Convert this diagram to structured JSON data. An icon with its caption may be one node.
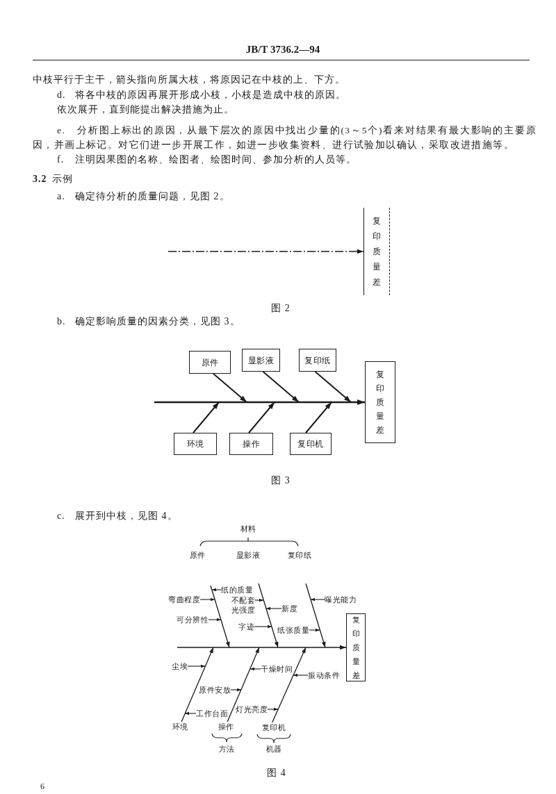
{
  "diagram": {
    "nodes": [
      {
        "text": [
          "复印质量差"
        ]
      },
      {
        "text": [
          "原件"
        ]
      },
      {
        "text": [
          "显影液"
        ]
      },
      {
        "text": [
          "复印纸"
        ]
      },
      {
        "text": [
          "复印质量差"
        ]
      },
      {
        "text": [
          "环境"
        ]
      },
      {
        "text": [
          "操作"
        ]
      },
      {
        "text": [
          "复印机"
        ]
      },
      {
        "text": [
          "纸的质量"
        ]
      },
      {
        "text": [
          "弯曲程度"
        ]
      },
      {
        "text": [
          "不配套"
        ]
      },
      {
        "text": [
          "曝光能力"
        ]
      },
      {
        "text": [
          "新度"
        ]
      },
      {
        "text": [
          "可分辨性"
        ]
      },
      {
        "text": [
          "字迹"
        ]
      },
      {
        "text": [
          "纸张质量"
        ]
      },
      {
        "text": [
          "复印质量差"
        ]
      },
      {
        "text": [
          "尘埃"
        ]
      },
      {
        "text": [
          "干燥时间"
        ]
      },
      {
        "text": [
          "振动条件"
        ]
      },
      {
        "text": [
          "原件安放"
        ]
      },
      {
        "text": [
          "灯光亮度"
        ]
      },
      {
        "text": [
          "工作台面"
        ]
      },
      {
        "text": [
          "环境"
        ]
      },
      {
        "text": [
          "操作"
        ]
      },
      {
        "text": [
          "复印机"
        ]
      }
    ],
    "edges": [
      {
        "from": null,
        "to": 0,
        "arrow": "to",
        "style": "dashed"
      },
      {
        "from": null,
        "to": 4,
        "arrow": "to"
      },
      {
        "from": 1,
        "to": 4,
        "arrow": "to"
      },
      {
        "from": 2,
        "to": 4,
        "arrow": "to"
      },
      {
        "from": 3,
        "to": 4,
        "arrow": "to"
      },
      {
        "from": 5,
        "to": 4,
        "arrow": "to"
      },
      {
        "from": 6,
        "to": 4,
        "arrow": "to"
      },
      {
        "from": 7,
        "to": 4,
        "arrow": "to"
      },
      {
        "from": 23,
        "to": 16,
        "arrow": "to"
      },
      {
        "from": 24,
        "to": 16,
        "arrow": "to"
      },
      {
        "from": 25,
        "to": 16,
        "arrow": "to"
      },
      {
        "from": 8,
        "to": 16,
        "arrow": "to"
      },
      {
        "from": 9,
        "to": 16,
        "arrow": "to"
      },
      {
        "from": 10,
        "to": 16,
        "arrow": "to"
      },
      {
        "from": 11,
        "to": 16,
        "arrow": "to"
      },
      {
        "from": 12,
        "to": 16,
        "arrow": "to"
      },
      {
        "from": 13,
        "to": 16,
        "arrow": "to"
      },
      {
        "from": 14,
        "to": 16,
        "arrow": "to"
      },
      {
        "from": 15,
        "to": 16,
        "arrow": "to"
      },
      {
        "from": 17,
        "to": 16,
        "arrow": "to"
      },
      {
        "from": 18,
        "to": 16,
        "arrow": "to"
      },
      {
        "from": 19,
        "to": 16,
        "arrow": "to"
      },
      {
        "from": 20,
        "to": 16,
        "arrow": "to"
      },
      {
        "from": 21,
        "to": 16,
        "arrow": "to"
      },
      {
        "from": 22,
        "to": 16,
        "arrow": "to"
      }
    ],
    "labels": [
      "JB/T 3736.2—94",
      "中枝平行于主干，箭头指向所属大枝，将原因记在中枝的上、下方。",
      "d.",
      "将各中枝的原因再展开形成小枝，小枝是造成中枝的原因。",
      "依次展开，直到能提出解决措施为止。",
      "e. 分析图上标出的原因，从最下层次的原因中找出少量的(3～5个)看来对结果有最大影响的主要原因，并画上标记。对它们进一步开展工作，如进一步收集资料、进行试验加以确认，采取改进措施等。",
      "f.",
      "注明因果图的名称、绘图者、绘图时间、参加分析的人员等。",
      "3.2",
      "示例",
      "a.",
      "确定待分析的质量问题，见图 2。",
      "图 2",
      "b.",
      "确定影响质量的因素分类，见图 3。",
      "图 3",
      "c.",
      "展开到中枝，见图 4。",
      "材料",
      "原件",
      "显影液",
      "复印纸",
      "光强度",
      "方法",
      "机器",
      "图 4",
      "6"
    ]
  }
}
